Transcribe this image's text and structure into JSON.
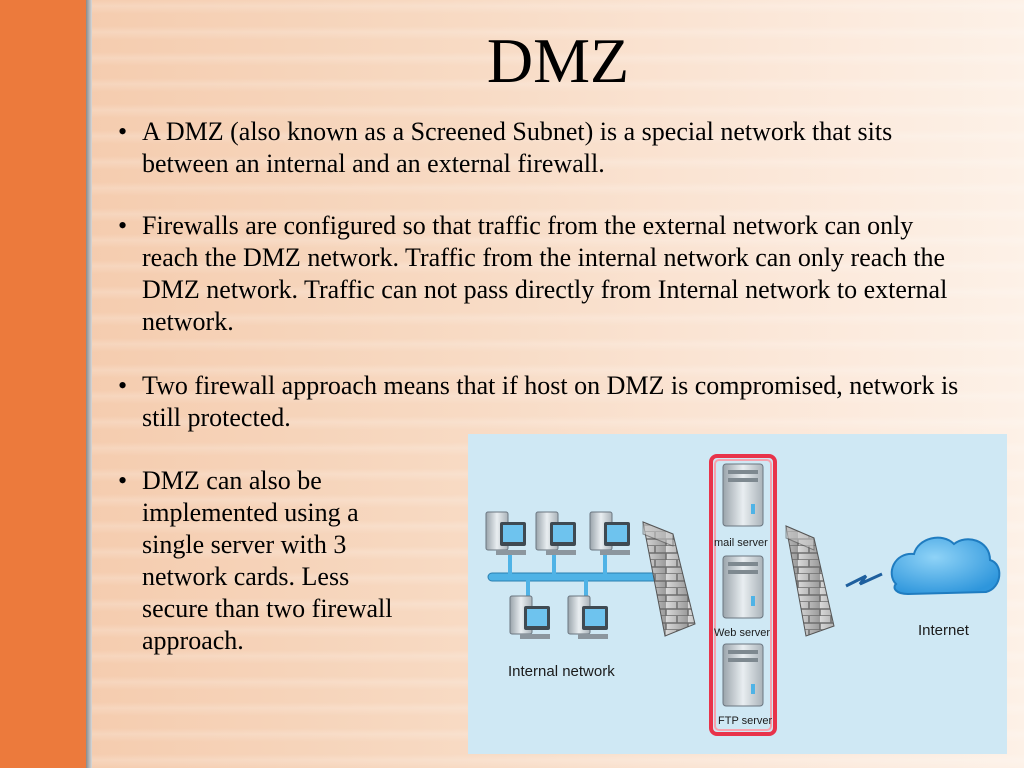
{
  "slide": {
    "title": "DMZ",
    "bullets": [
      {
        "marker": "•",
        "text": "A DMZ (also known as a Screened Subnet) is a special network that sits between an internal and an external firewall."
      },
      {
        "marker": "•",
        "text": "Firewalls are configured so that traffic from the external network can only reach the DMZ network. Traffic from the internal network can only reach the DMZ network. Traffic can not pass directly from Internal network to external network."
      },
      {
        "marker": "•",
        "text": "Two firewall approach means that if host on DMZ is compromised, network is still protected."
      },
      {
        "marker": "•",
        "text": "DMZ can also be implemented using a single server with 3 network cards. Less secure than two firewall approach."
      }
    ]
  },
  "diagram": {
    "labels": {
      "internal_network": "Internal network",
      "mail_server": "mail server",
      "web_server": "Web server",
      "ftp_server": "FTP server",
      "internet": "Internet"
    },
    "colors": {
      "background": "#cfe8f4",
      "dmz_highlight": "#e8334a",
      "network_bus": "#4fb3e6",
      "cloud": "#3aa6e6",
      "accent_bar": "#ec7a3c"
    }
  }
}
